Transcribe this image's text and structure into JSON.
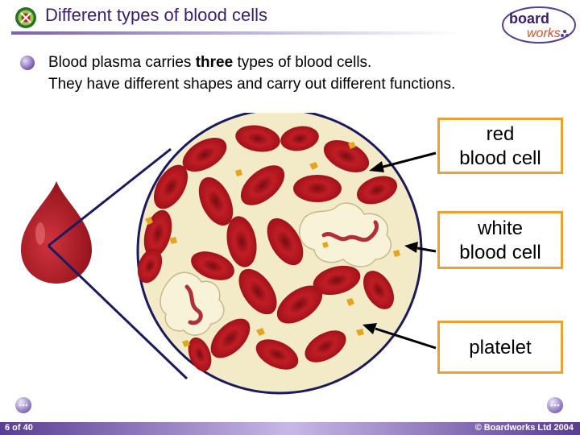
{
  "header": {
    "title": "Different types of blood cells",
    "logo_word_top": "board",
    "logo_word_bottom": "works"
  },
  "content": {
    "line_1_prefix": "Blood plasma carries ",
    "line_1_bold": "three",
    "line_1_suffix": " types of blood cells.",
    "line_2": "They have different shapes and carry out different functions."
  },
  "labels": {
    "red_line1": "red",
    "red_line2": "blood cell",
    "white_line1": "white",
    "white_line2": "blood cell",
    "platelet": "platelet"
  },
  "footer": {
    "page": "6 of 40",
    "copyright": "© Boardworks Ltd 2004"
  },
  "colors": {
    "title": "#3b1d6e",
    "plasma": "#f3ebc8",
    "red_cell": "#b3121a",
    "platelet": "#e3a520",
    "label_border": "#f0a030",
    "footer": "#5a3d93"
  }
}
